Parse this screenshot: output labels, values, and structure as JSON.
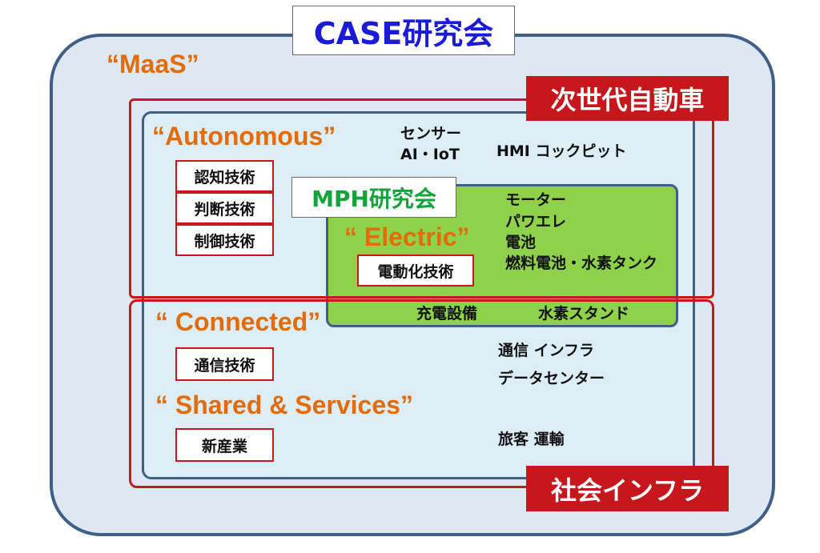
{
  "title": "CASE研究会",
  "mph_title": "MPH研究会",
  "labels": {
    "next_gen_vehicle": "次世代自動車",
    "social_infra": "社会インフラ"
  },
  "categories": {
    "maas": "“MaaS”",
    "autonomous": "“Autonomous”",
    "electric": "“ Electric”",
    "connected": "“ Connected”",
    "shared": "“ Shared & Services”"
  },
  "tech": {
    "autonomous": [
      "認知技術",
      "判断技術",
      "制御技術"
    ],
    "electric": [
      "電動化技術"
    ],
    "connected": [
      "通信技術"
    ],
    "shared": [
      "新産業"
    ]
  },
  "items": {
    "sensor": "センサー",
    "ai_iot": "AI・IoT",
    "hmi": "HMI コックピット",
    "motor": "モーター",
    "power_electronics": "パワエレ",
    "battery": "電池",
    "fuel_cell": "燃料電池・水素タンク",
    "charging": "充電設備",
    "hydrogen_station": "水素スタンド",
    "telecom_infra": "通信 インフラ",
    "data_center": "データセンター",
    "passenger_transport": "旅客 運輸"
  },
  "colors": {
    "title_blue": "#1a1ad9",
    "mph_green": "#12a33a",
    "category_orange": "#e36c0a",
    "frame_red": "#c8161d",
    "box_navy": "#3f5f88",
    "maas_fill": "#dde8f3",
    "inner_fill": "#dcedf6",
    "mph_fill": "#8fd14a"
  }
}
